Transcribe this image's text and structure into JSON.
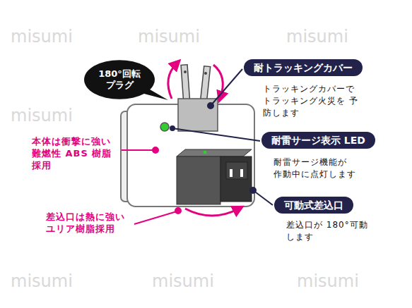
{
  "diagram": {
    "nodes": [
      {
        "text": [
          "180°回転 プラグ"
        ]
      },
      {
        "text": [
          "耐トラッキングカバー"
        ]
      },
      {
        "text": [
          "耐雷サージ表示 LED"
        ]
      },
      {
        "text": [
          "可動式差込口"
        ]
      }
    ],
    "labels": [
      "本体は衝撃に強い 難燃性 ABS 樹脂 採用",
      "差込口は熱に強い ユリア樹脂採用",
      "トラッキングカバーで トラッキング火災を 予防します",
      "耐雷サージ機能が 作動中に点灯します",
      "差込口が 180°可動 します",
      "misumi",
      "misumi",
      "misumi",
      "misumi",
      "misumi",
      "misumi",
      "misumi"
    ]
  }
}
